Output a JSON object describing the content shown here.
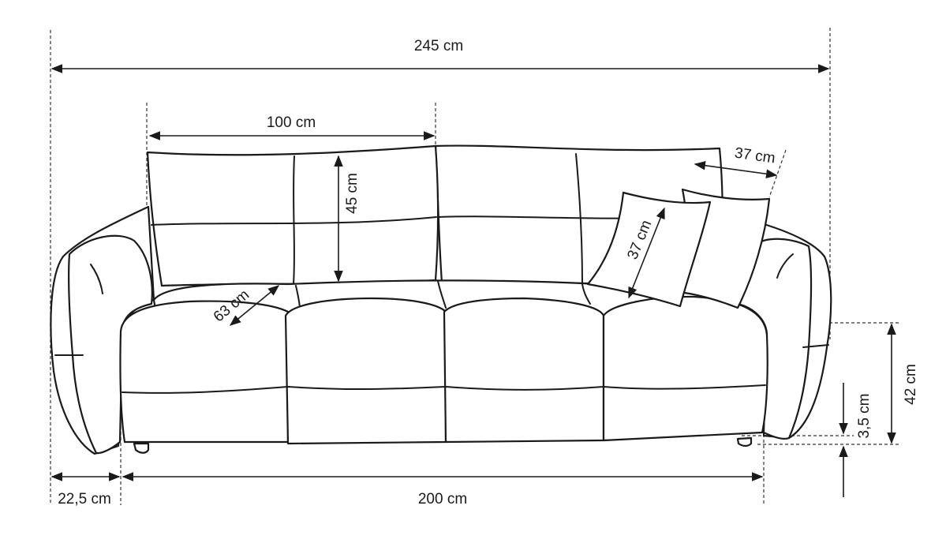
{
  "title": "Sofa dimensions drawing",
  "dimensions": {
    "total_width": "245 cm",
    "back_cushion_width": "100 cm",
    "back_cushion_height": "45 cm",
    "pillow_depth": "37 cm",
    "pillow_height": "37 cm",
    "seat_depth": "63 cm",
    "seat_height": "42 cm",
    "leg_height": "3,5 cm",
    "armrest_width": "22,5 cm",
    "seat_width": "200 cm"
  }
}
